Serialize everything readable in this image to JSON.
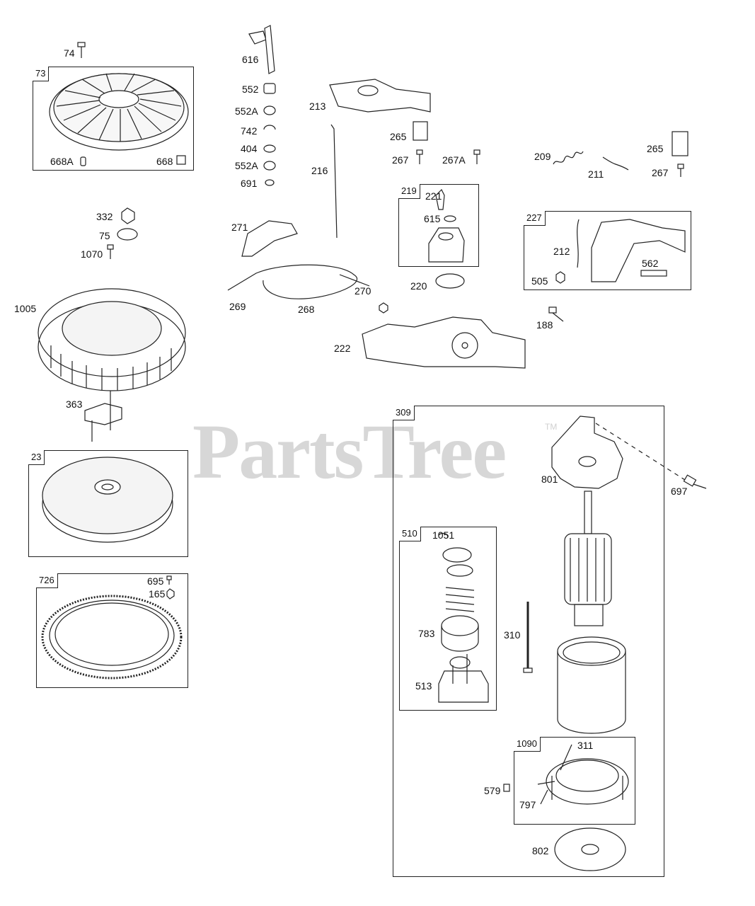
{
  "watermark": {
    "text": "PartsTree",
    "mark": "TM"
  },
  "parts": {
    "p74": "74",
    "p73": "73",
    "p668A": "668A",
    "p668": "668",
    "p616": "616",
    "p552": "552",
    "p552A_1": "552A",
    "p742": "742",
    "p404": "404",
    "p552A_2": "552A",
    "p691": "691",
    "p213": "213",
    "p265_1": "265",
    "p267_1": "267",
    "p267A": "267A",
    "p216": "216",
    "p209": "209",
    "p211": "211",
    "p265_2": "265",
    "p267_2": "267",
    "p219": "219",
    "p221": "221",
    "p615": "615",
    "p220": "220",
    "p227": "227",
    "p212": "212",
    "p562": "562",
    "p505": "505",
    "p332": "332",
    "p75": "75",
    "p1070": "1070",
    "p271": "271",
    "p269": "269",
    "p268": "268",
    "p270": "270",
    "p1005": "1005",
    "p188": "188",
    "p222": "222",
    "p363": "363",
    "p23": "23",
    "p309": "309",
    "p801": "801",
    "p697": "697",
    "p726": "726",
    "p695": "695",
    "p165": "165",
    "p510": "510",
    "p1051": "1051",
    "p783": "783",
    "p513": "513",
    "p310": "310",
    "p1090": "1090",
    "p311": "311",
    "p579": "579",
    "p797": "797",
    "p802": "802"
  }
}
